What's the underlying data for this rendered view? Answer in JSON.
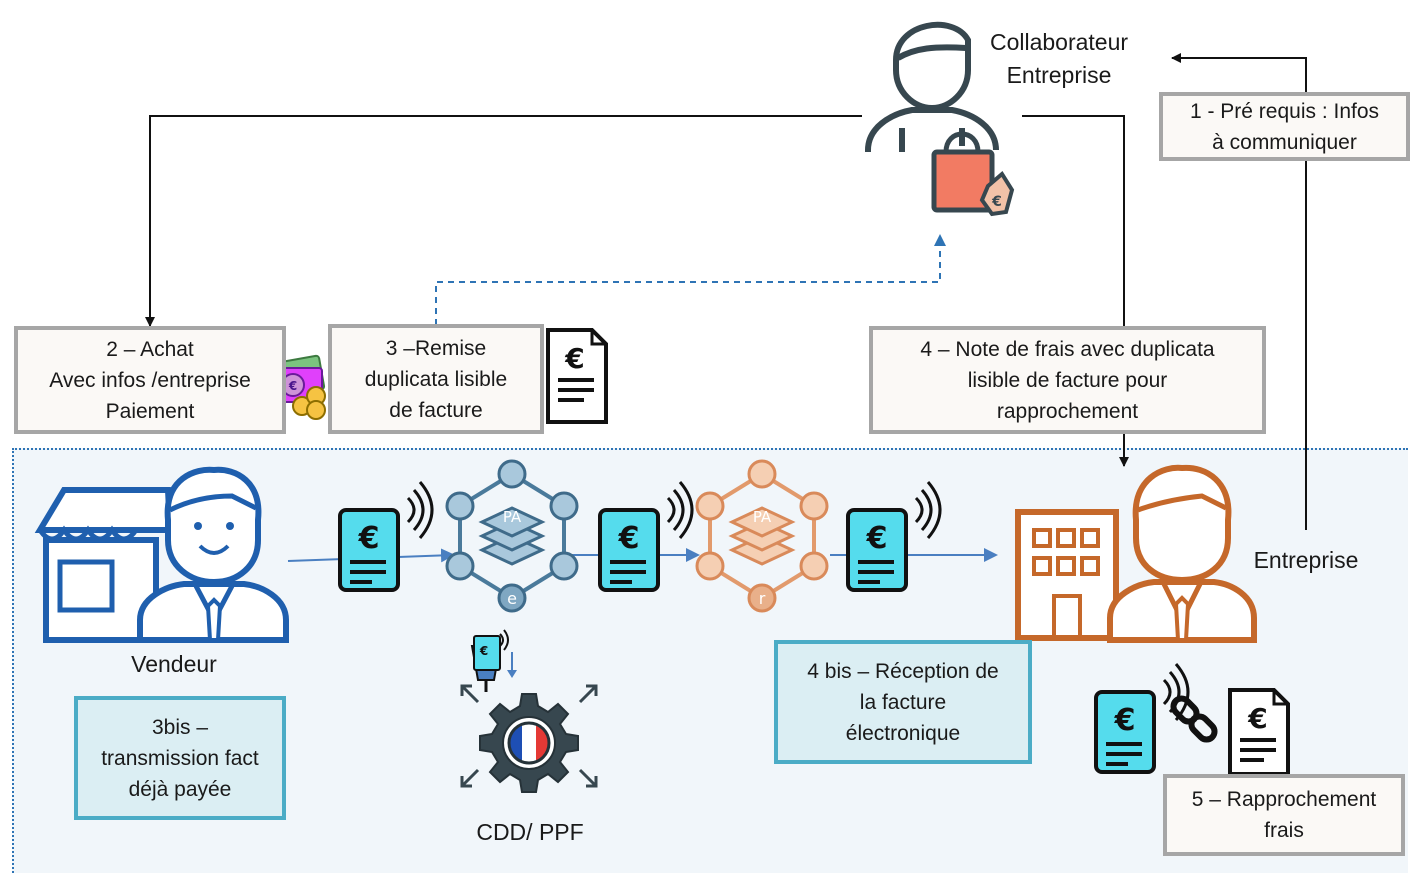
{
  "actors": {
    "collaborateur": "Collaborateur\nEntreprise",
    "entreprise": "Entreprise",
    "vendeur": "Vendeur",
    "cdd_ppf": "CDD/ PPF"
  },
  "steps": {
    "step1": "1 - Pré requis :  Infos\nà communiquer",
    "step2": "2 – Achat\nAvec infos /entreprise\nPaiement",
    "step3": "3 –Remise\nduplicata lisible\nde facture",
    "step4": "4 – Note de frais avec duplicata\nlisible de facture pour\nrapprochement",
    "step3bis": "3bis –\ntransmission fact\ndéjà payée",
    "step4bis": "4 bis – Réception de\nla facture\nélectronique",
    "step5": "5 – Rapprochement\nfrais"
  },
  "icon_text": {
    "euro": "€",
    "pa": "PA",
    "pa_emission": "e",
    "pa_reception": "r"
  },
  "colors": {
    "zone_border": "#2e74b5",
    "zone_fill": "#f1f6fa",
    "box_border": "#a6a6a6",
    "teal_border": "#4bacc6",
    "teal_fill": "#dbeef3",
    "invoice_cyan": "#55dced",
    "vendor_blue": "#1f5fae",
    "pa_emission": "#4a7a9b",
    "pa_reception": "#e29a6c",
    "entreprise_orange": "#c5682a",
    "shopping_bag": "#f27b63"
  }
}
